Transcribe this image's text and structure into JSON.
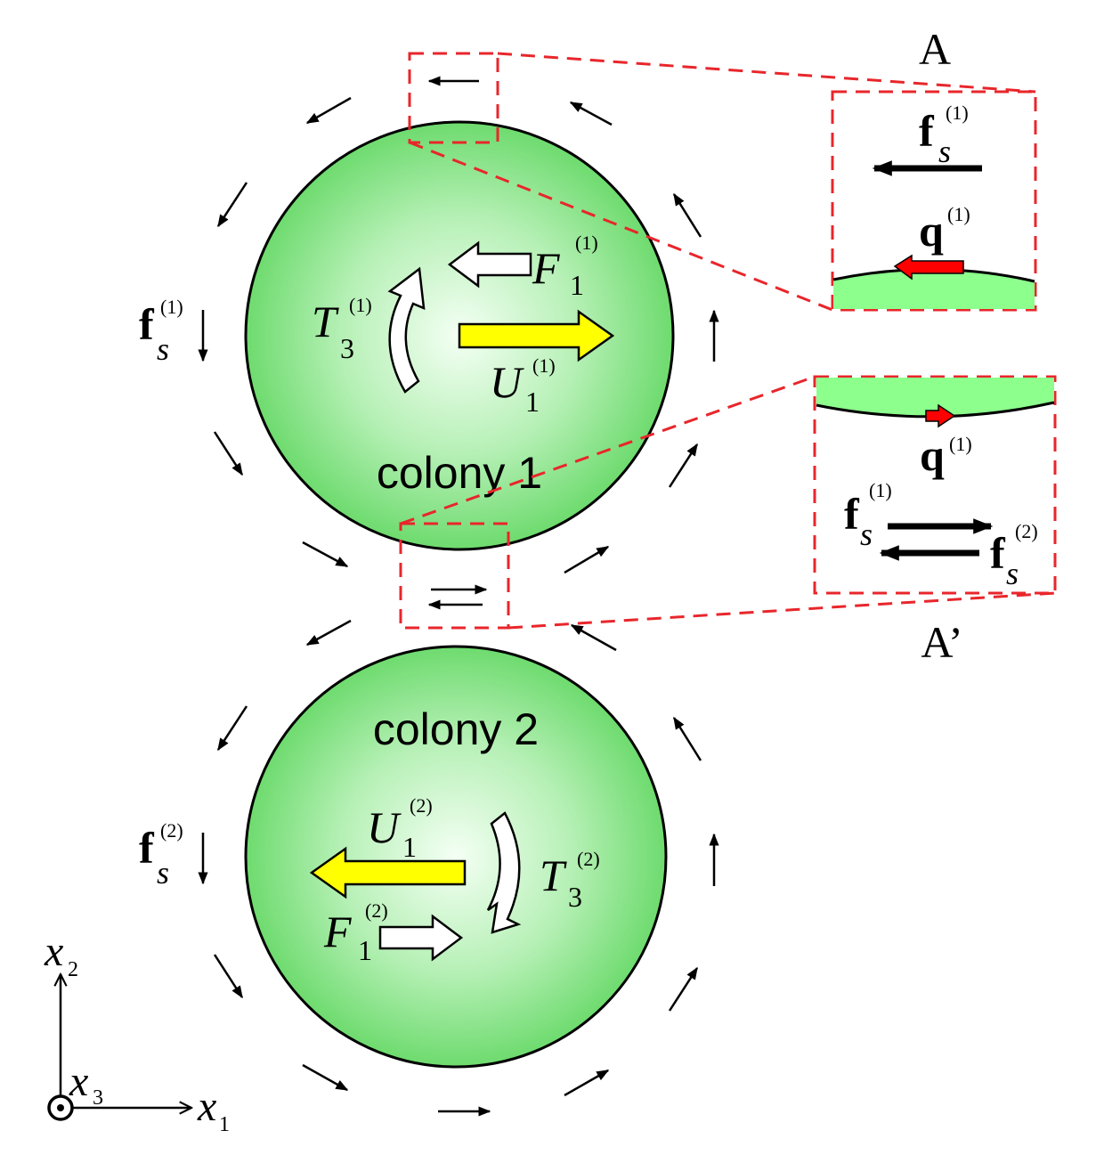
{
  "colony1": {
    "label": "colony 1",
    "F": {
      "sym": "F",
      "sub": "1",
      "sup": "(1)"
    },
    "T": {
      "sym": "T",
      "sub": "3",
      "sup": "(1)"
    },
    "U": {
      "sym": "U",
      "sub": "1",
      "sup": "(1)"
    },
    "fs": {
      "sym": "f",
      "sub": "s",
      "sup": "(1)"
    }
  },
  "colony2": {
    "label": "colony 2",
    "F": {
      "sym": "F",
      "sub": "1",
      "sup": "(2)"
    },
    "T": {
      "sym": "T",
      "sub": "3",
      "sup": "(2)"
    },
    "U": {
      "sym": "U",
      "sub": "1",
      "sup": "(2)"
    },
    "fs": {
      "sym": "f",
      "sub": "s",
      "sup": "(2)"
    }
  },
  "insetA": {
    "title": "A",
    "fs": {
      "sym": "f",
      "sub": "s",
      "sup": "(1)"
    },
    "q": {
      "sym": "q",
      "sup": "(1)"
    }
  },
  "insetA2": {
    "title": "A’",
    "q": {
      "sym": "q",
      "sup": "(1)"
    },
    "fs1": {
      "sym": "f",
      "sub": "s",
      "sup": "(1)"
    },
    "fs2": {
      "sym": "f",
      "sub": "s",
      "sup": "(2)"
    }
  },
  "axes": {
    "x1": {
      "sym": "x",
      "sub": "1"
    },
    "x2": {
      "sym": "x",
      "sub": "2"
    },
    "x3": {
      "sym": "x",
      "sub": "3"
    }
  },
  "colors": {
    "colony_center": "#f2fff2",
    "colony_edge": "#6fdc6f",
    "inset_green": "#8cff8c",
    "dashed": "#e8262b",
    "velocity_arrow": "#ffff00",
    "q_arrow": "#ff0000"
  }
}
